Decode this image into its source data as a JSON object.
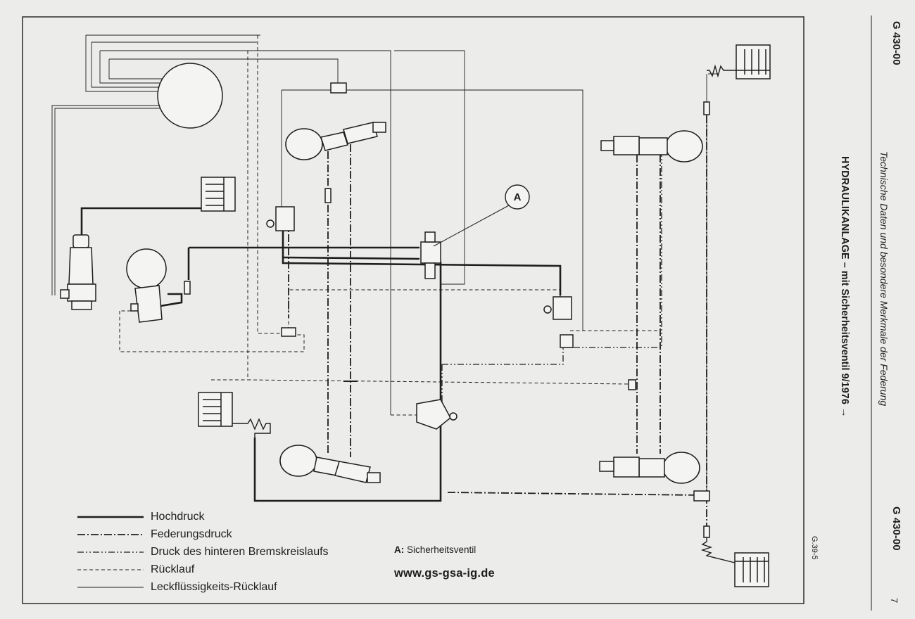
{
  "header": {
    "section_code_top": "G 430-00",
    "section_code_bottom": "G 430-00",
    "subtitle": "Technische Daten und besondere Merkmale der Federung",
    "title": "HYDRAULIKANLAGE – mit Sicherheitsventil 9/1976 →",
    "page_number": "7"
  },
  "figure_ref": "G.39-5",
  "callout": {
    "letter": "A",
    "note_key": "A:",
    "note_text": " Sicherheitsventil"
  },
  "legend": [
    {
      "label": "Hochdruck",
      "line_style": "solid-thick"
    },
    {
      "label": "Federungsdruck",
      "line_style": "dash-dot-thick"
    },
    {
      "label": "Druck des hinteren Bremskreislaufs",
      "line_style": "dash-dot-dot"
    },
    {
      "label": "Rücklauf",
      "line_style": "dashed"
    },
    {
      "label": "Leckflüssigkeits-Rücklauf",
      "line_style": "solid-thin"
    }
  ],
  "website": "www.gs-gsa-ig.de",
  "colors": {
    "paper": "#ececea",
    "ink": "#1e1e1e"
  }
}
